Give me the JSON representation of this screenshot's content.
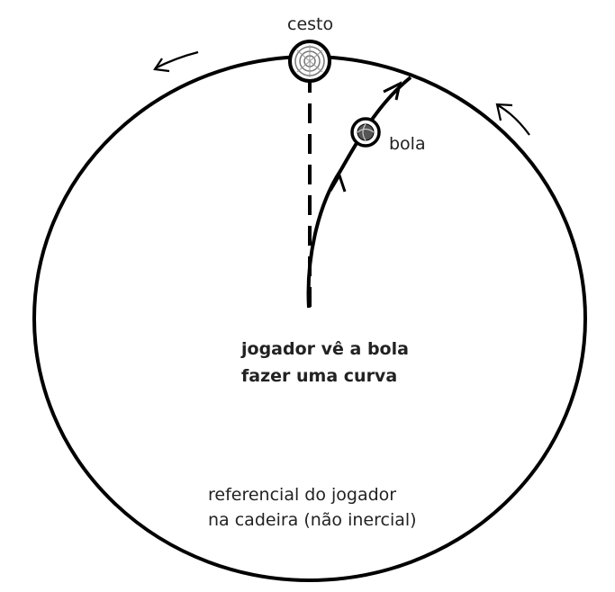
{
  "labels": {
    "basket": "cesto",
    "ball": "bola",
    "caption_line1": "jogador vê a bola",
    "caption_line2": "fazer uma curva",
    "frame_line1": "referencial do jogador",
    "frame_line2": "na cadeira (não inercial)"
  },
  "colors": {
    "stroke": "#000000",
    "text": "#222222",
    "ball_fill": "#555555"
  },
  "icons": {
    "basket": "basket-hoop-icon",
    "ball": "ball-icon",
    "rotation": "rotation-arrow-icon"
  }
}
